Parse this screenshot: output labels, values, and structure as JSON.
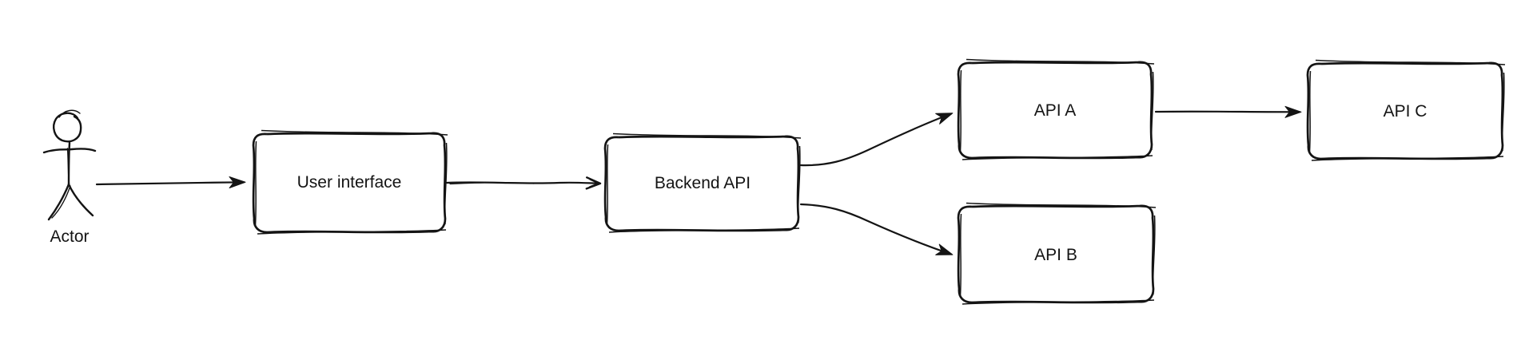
{
  "diagram": {
    "background_color": "#ffffff",
    "stroke_color": "#141414",
    "style": "hand-drawn",
    "actor": {
      "id": "actor",
      "label": "Actor"
    },
    "nodes": [
      {
        "id": "user-interface",
        "label": "User interface"
      },
      {
        "id": "backend-api",
        "label": "Backend API"
      },
      {
        "id": "api-a",
        "label": "API A"
      },
      {
        "id": "api-b",
        "label": "API B"
      },
      {
        "id": "api-c",
        "label": "API C"
      }
    ],
    "edges": [
      {
        "from": "actor",
        "to": "user-interface",
        "arrowhead": "solid"
      },
      {
        "from": "user-interface",
        "to": "backend-api",
        "arrowhead": "open"
      },
      {
        "from": "backend-api",
        "to": "api-a",
        "arrowhead": "solid"
      },
      {
        "from": "backend-api",
        "to": "api-b",
        "arrowhead": "solid"
      },
      {
        "from": "api-a",
        "to": "api-c",
        "arrowhead": "solid"
      }
    ]
  }
}
